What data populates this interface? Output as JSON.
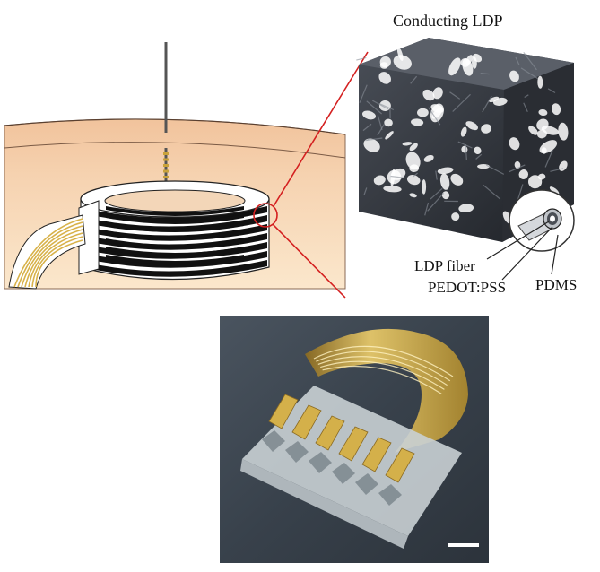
{
  "figure": {
    "labels": {
      "conducting_ldp": "Conducting LDP",
      "ldp_fiber": "LDP fiber",
      "pedot_pss": "PEDOT:PSS",
      "pdms": "PDMS"
    },
    "colors": {
      "skin_top": "#f3c9a5",
      "tissue": "#f6d2ae",
      "tissue_light": "#fbe6c9",
      "implant_black": "#111111",
      "wire_gold": "#d8b24a",
      "zoom_line": "#d42020",
      "lattice_dark": "#2a2d33",
      "photo_bg": "#3d4650"
    }
  }
}
